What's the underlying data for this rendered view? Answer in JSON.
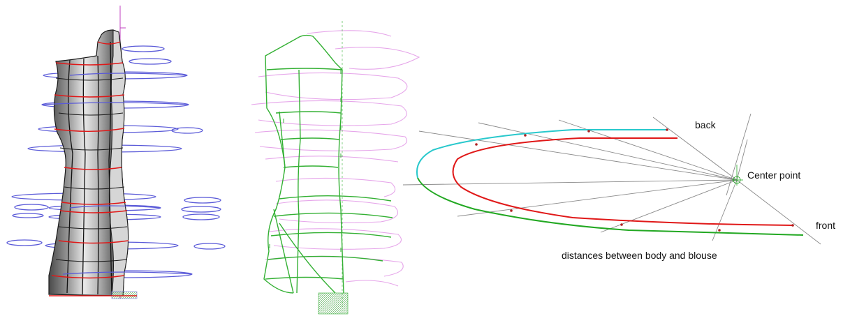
{
  "figure": {
    "labels": {
      "back": "back",
      "center_point": "Center point",
      "front": "front",
      "distances": "distances between body and blouse"
    },
    "panels": [
      {
        "name": "mannequin-3d-model"
      },
      {
        "name": "blouse-wireframe-pattern"
      },
      {
        "name": "cross-section-distance-diagram"
      }
    ],
    "colors": {
      "body_curve": "#e01818",
      "blouse_back_curve": "#28c8cc",
      "blouse_front_curve": "#22a822",
      "slice_contours": "#5a5ad8",
      "wireframe": "#33b033",
      "wireframe_contours": "#e6a6ea",
      "construction_lines": "#8a8a8a"
    }
  }
}
